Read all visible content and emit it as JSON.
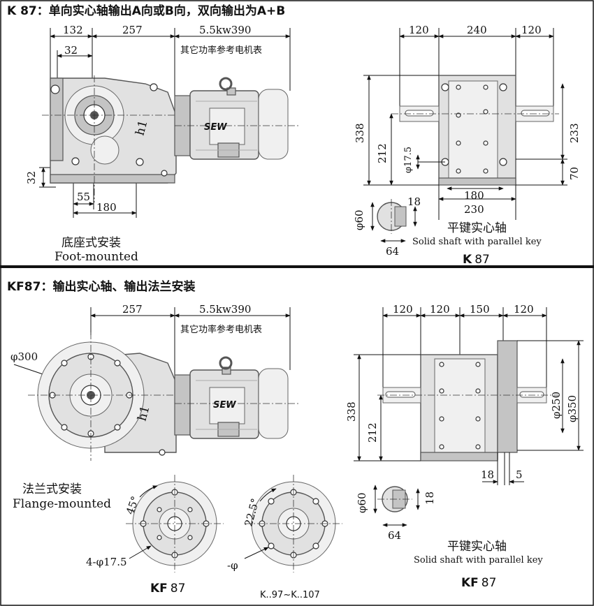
{
  "top": {
    "heading": "K 87：单向实心轴输出A向或B向，双向输出为A+B",
    "dims": {
      "d132": "132",
      "d257": "257",
      "motor_label": "5.5kw390",
      "note": "其它功率参考电机表",
      "d32_top": "32",
      "h1": "h1",
      "d32_left": "32",
      "d55": "55",
      "d180_base": "180",
      "w120_left": "120",
      "w240": "240",
      "w120_right": "120",
      "h338": "338",
      "h212": "212",
      "phi17_5": "φ17.5",
      "h233": "233",
      "h70": "70",
      "w180": "180",
      "w230": "230",
      "shaft_phi60": "φ60",
      "shaft_18": "18",
      "shaft_64": "64"
    },
    "caption_cn": "底座式安装",
    "caption_en": "Foot-mounted",
    "shaft_cn": "平键实心轴",
    "shaft_en": "Solid shaft with parallel key",
    "model_bold": "K",
    "model_num": "87",
    "brand": "SEW"
  },
  "bottom": {
    "heading": "KF87：输出实心轴、输出法兰安装",
    "dims": {
      "d257": "257",
      "motor_label": "5.5kw390",
      "note": "其它功率参考电机表",
      "phi300": "φ300",
      "h1": "h1",
      "w120a": "120",
      "w120b": "120",
      "w150": "150",
      "w120c": "120",
      "h338": "338",
      "h212": "212",
      "phi250": "φ250",
      "phi350": "φ350",
      "d18": "18",
      "d5": "5",
      "shaft_phi60": "φ60",
      "shaft_18": "18",
      "shaft_64": "64",
      "angle45": "45°",
      "angle22_5": "22.5°",
      "holes": "4-φ17.5",
      "phi_minus": "-φ"
    },
    "caption_cn": "法兰式安装",
    "caption_en": "Flange-mounted",
    "flange_model_bold": "KF",
    "flange_model_num": "87",
    "range_label": "K..97~K..107",
    "shaft_cn": "平键实心轴",
    "shaft_en": "Solid shaft with parallel key",
    "model_bold": "KF",
    "model_num": "87",
    "brand": "SEW"
  },
  "colors": {
    "casting": "#e1e1e1",
    "shadow": "#c4c4c4",
    "line": "#111111",
    "divider": "#111111"
  }
}
